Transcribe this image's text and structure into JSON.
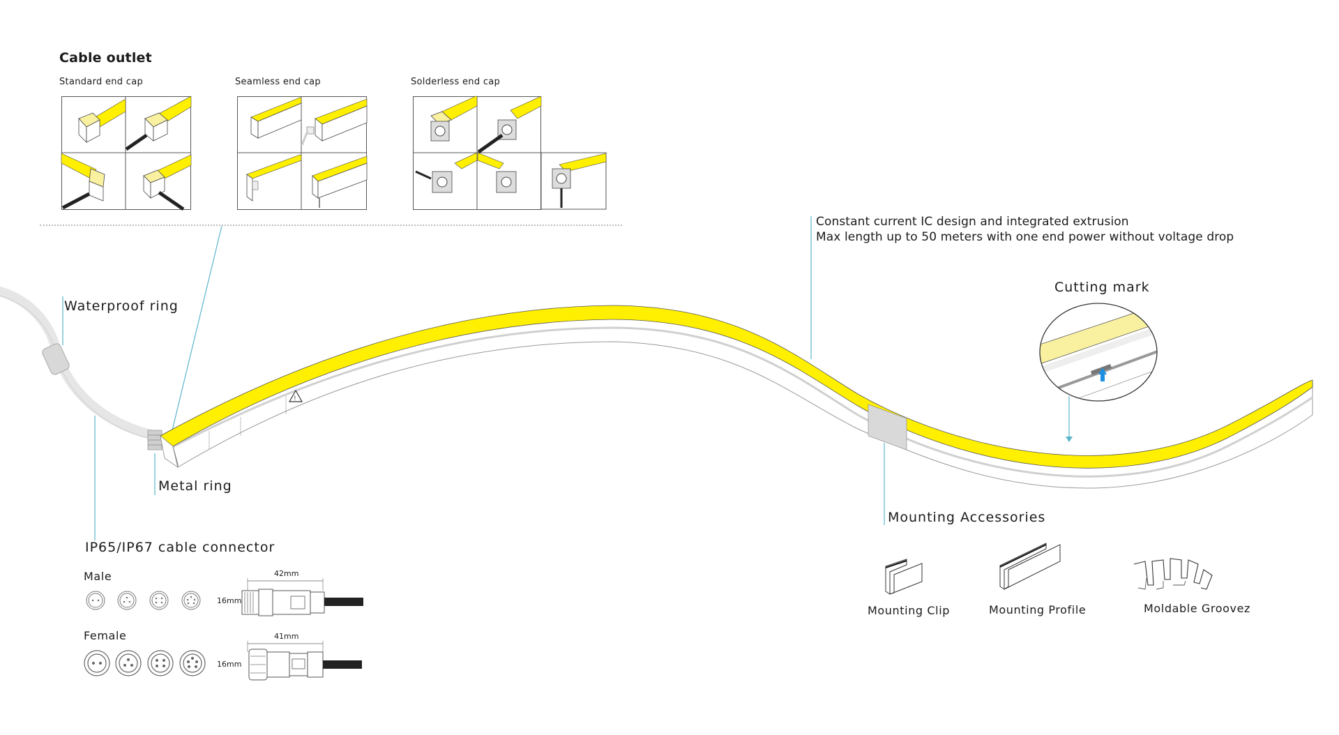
{
  "colors": {
    "led_yellow": "#FFEF00",
    "led_pale_yellow": "#F9F1A0",
    "callout_line": "#5AB4CC",
    "arrow_blue": "#1E90E0",
    "outline": "#555555",
    "cable": "#222222"
  },
  "cable_outlet": {
    "title": "Cable outlet",
    "groups": [
      {
        "label": "Standard end cap",
        "cells": 4
      },
      {
        "label": "Seamless end cap",
        "cells": 4
      },
      {
        "label": "Solderless end cap",
        "cells": 5
      }
    ]
  },
  "callouts": {
    "waterproof_ring": "Waterproof ring",
    "metal_ring": "Metal ring",
    "cable_connector": "IP65/IP67 cable connector",
    "features": [
      "Constant current IC design and integrated extrusion",
      "Max length up to 50 meters with one end power without voltage drop"
    ],
    "cutting_mark": "Cutting mark",
    "mounting_accessories": "Mounting Accessories"
  },
  "connector": {
    "male": {
      "label": "Male",
      "length": "42mm",
      "diameter": "16mm",
      "pin_variants": [
        2,
        3,
        4,
        5
      ]
    },
    "female": {
      "label": "Female",
      "length": "41mm",
      "diameter": "16mm",
      "pin_variants": [
        2,
        3,
        4,
        5
      ]
    }
  },
  "accessories": [
    {
      "label": "Mounting Clip",
      "icon": "mounting-clip-icon"
    },
    {
      "label": "Mounting Profile",
      "icon": "mounting-profile-icon"
    },
    {
      "label": "Moldable Groovez",
      "icon": "moldable-groove-icon"
    }
  ]
}
